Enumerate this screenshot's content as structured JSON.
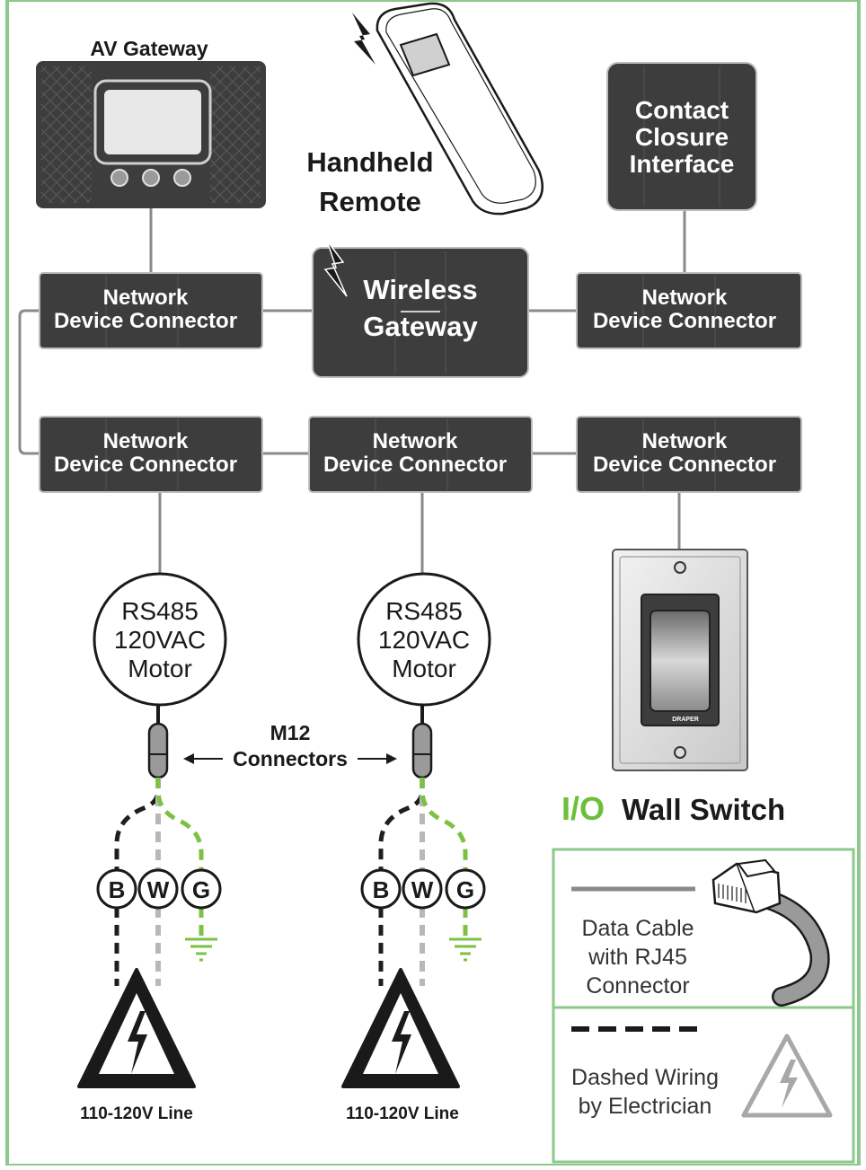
{
  "colors": {
    "frame_green": "#8dc88d",
    "device_dark": "#3d3d3d",
    "cable_gray": "#8a8a8a",
    "ground_green": "#7dc142",
    "wire_black": "#1e1e1e",
    "io_green": "#6cbf3a"
  },
  "devices": {
    "av_gateway": "AV Gateway",
    "remote_line1": "Handheld",
    "remote_line2": "Remote",
    "contact_line1": "Contact",
    "contact_line2": "Closure",
    "contact_line3": "Interface",
    "wireless_line1": "Wireless",
    "wireless_line2": "Gateway",
    "ndc_line1": "Network",
    "ndc_line2": "Device Connector"
  },
  "motors": {
    "line1": "RS485",
    "line2": "120VAC",
    "line3": "Motor"
  },
  "connectors": {
    "line1": "M12",
    "line2": "Connectors"
  },
  "terminals": {
    "black": "B",
    "white": "W",
    "ground": "G"
  },
  "line_label": "110-120V Line",
  "wall_switch": {
    "logo": "I/O",
    "label": "Wall Switch",
    "brand": "DRAPER"
  },
  "legend": {
    "data_line1": "Data Cable",
    "data_line2": "with RJ45",
    "data_line3": "Connector",
    "dash_line1": "Dashed Wiring",
    "dash_line2": "by Electrician"
  },
  "icons": [
    "lightning-bolt-icon",
    "rj45-plug-icon",
    "high-voltage-warning-icon",
    "ground-symbol-icon"
  ]
}
